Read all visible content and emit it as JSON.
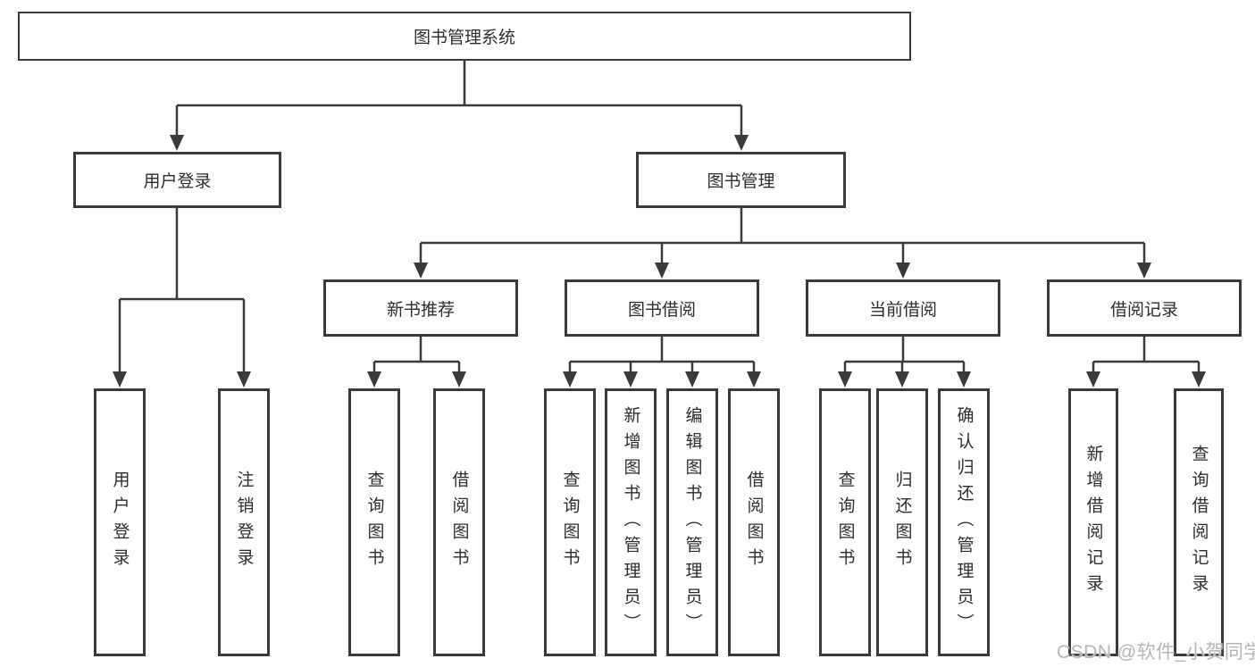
{
  "diagram": {
    "root": {
      "label": "图书管理系统"
    },
    "branches": [
      {
        "label": "用户登录",
        "children": [
          "用户登录",
          "注销登录"
        ]
      },
      {
        "label": "图书管理",
        "sections": [
          {
            "label": "新书推荐",
            "children": [
              "查询图书",
              "借阅图书"
            ]
          },
          {
            "label": "图书借阅",
            "children": [
              "查询图书",
              "新增图书（管理员）",
              "编辑图书（管理员）",
              "借阅图书"
            ]
          },
          {
            "label": "当前借阅",
            "children": [
              "查询图书",
              "归还图书",
              "确认归还（管理员）"
            ]
          },
          {
            "label": "借阅记录",
            "children": [
              "新增借阅记录",
              "查询借阅记录"
            ]
          }
        ]
      }
    ]
  },
  "watermark": {
    "text": "CSDN @软件_小贺同学"
  },
  "colors": {
    "line": "#3a3a3a",
    "text": "#2d2d2d",
    "watermark": "#b6b6b6",
    "background": "#ffffff"
  }
}
